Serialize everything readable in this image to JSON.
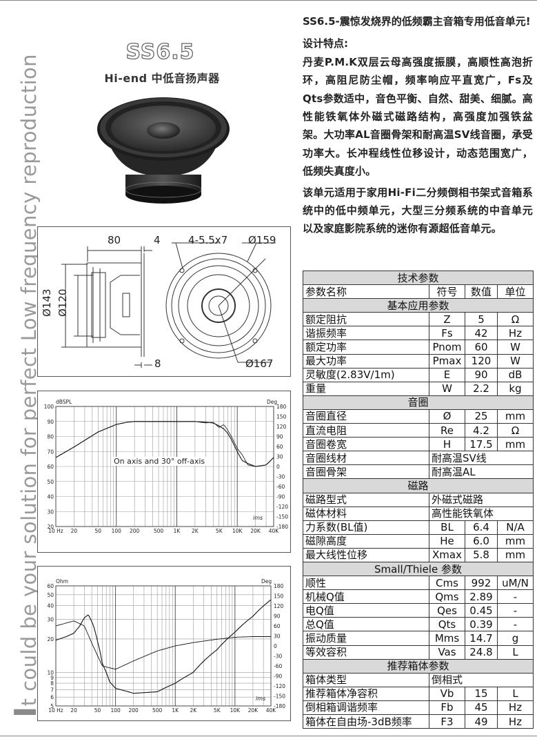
{
  "slogan": {
    "first_letter": "I",
    "rest": "t could be your solution for perfect Low frequency reproduction"
  },
  "product": {
    "model": "SS6.5",
    "subtitle": "Hi-end 中低音扬声器"
  },
  "dimensions": {
    "labels": {
      "depth": "80",
      "flange": "4",
      "holes": "4-5.5x7",
      "cutout": "Ø159",
      "d143": "Ø143",
      "d120": "Ø120",
      "base": "8",
      "outer": "Ø167"
    }
  },
  "freq_chart": {
    "ylabel_left": "dBSPL",
    "ylabel_right": "Deg",
    "annotation": "On axis and 30° off-axis",
    "logo": "ims",
    "y_ticks_left": [
      "100",
      "90",
      "80",
      "70",
      "60",
      "50",
      "40",
      "30",
      "20"
    ],
    "y_ticks_right": [
      "180",
      "150",
      "120",
      "90",
      "60",
      "30",
      "0",
      "-30",
      "-60",
      "-90",
      "-120",
      "-150",
      "-180"
    ],
    "x_ticks": [
      "10 Hz",
      "20",
      "50",
      "100",
      "200",
      "500",
      "1K",
      "2K",
      "5K",
      "10K",
      "20K",
      "40K"
    ]
  },
  "imp_chart": {
    "ylabel_left": "Ohm",
    "ylabel_right": "Deg",
    "logo": "ims",
    "y_ticks_left": [
      "60",
      "50",
      "40",
      "30",
      "20",
      "10",
      "9",
      "8",
      "7",
      "6",
      "5"
    ],
    "y_ticks_right": [
      "180",
      "150",
      "120",
      "90",
      "60",
      "30",
      "0",
      "-30",
      "-60",
      "-90",
      "-120",
      "-150",
      "-180"
    ],
    "x_ticks": [
      "10 Hz",
      "20",
      "50",
      "100",
      "200",
      "500",
      "1K",
      "2K",
      "5K",
      "10K",
      "20K",
      "40K"
    ]
  },
  "chart_data": [
    {
      "type": "line",
      "title": "",
      "xlabel": "",
      "ylabel": "dBSPL",
      "ylabel_right": "Deg",
      "xscale": "log",
      "xlim": [
        10,
        40000
      ],
      "ylim": [
        20,
        100
      ],
      "annotation": "On axis and 30° off-axis",
      "series": [
        {
          "x": [
            10,
            20,
            50,
            100,
            150,
            200,
            500,
            1000,
            2000,
            3000,
            4000,
            5000,
            6000,
            7000,
            8000,
            10000,
            12000,
            15000,
            20000,
            30000,
            40000
          ],
          "y": [
            66,
            73,
            83,
            88,
            89.5,
            90,
            90,
            90,
            90,
            89.5,
            89,
            87,
            85,
            82,
            78,
            70,
            64,
            62,
            60,
            61,
            66
          ]
        },
        {
          "x": [
            10,
            20,
            50,
            100,
            150,
            200,
            500,
            1000,
            2000,
            3000,
            4000,
            5000,
            6000,
            7000,
            8000,
            10000,
            12000,
            15000,
            20000,
            30000,
            40000
          ],
          "y": [
            66,
            73,
            83,
            88,
            89.5,
            90,
            90,
            90,
            90,
            89,
            89.5,
            86,
            88,
            84,
            80,
            72,
            68,
            61,
            60,
            61,
            66
          ]
        }
      ]
    },
    {
      "type": "line",
      "title": "",
      "xlabel": "",
      "ylabel": "Ohm",
      "ylabel_right": "Deg",
      "xscale": "log",
      "yscale": "log",
      "xlim": [
        10,
        40000
      ],
      "ylim": [
        5,
        60
      ],
      "series": [
        {
          "x": [
            10,
            15,
            20,
            25,
            30,
            35,
            42,
            50,
            60,
            80,
            100,
            200,
            500,
            1000,
            2000,
            5000,
            10000,
            20000,
            40000
          ],
          "y": [
            19.5,
            21,
            22.5,
            26,
            31,
            33,
            27,
            19,
            12,
            8.2,
            7.2,
            6.5,
            6.7,
            8,
            10,
            16,
            23,
            32,
            45
          ]
        },
        {
          "x": [
            10,
            20,
            30,
            42,
            60,
            100,
            200,
            500,
            1000,
            2000,
            5000,
            10000,
            20000,
            40000
          ],
          "y": [
            60,
            75,
            60,
            0,
            -60,
            -70,
            -45,
            -15,
            0,
            10,
            20,
            26,
            28,
            28
          ]
        }
      ]
    }
  ],
  "copy": {
    "intro": "SS6.5-震惊发烧界的低频霸主音箱专用低音单元!",
    "features_title": "设计特点:",
    "features": "丹麦P.M.K双层云母高强度振膜，高顺性高泡折环，高阻尼防尘帽，频率响应平直宽广，Fs及Qts参数适中，音色平衡、自然、甜美、细腻。高性能铁氧体外磁式磁路结构，高强度加强铁盆架。大功率AL音圈骨架和耐高温SV线音圈，承受功率大。长冲程线性位移设计，动态范围宽广，低频失真度小。",
    "application": "该单元适用于家用Hi-Fi二分频倒相书架式音箱系统中的低中频单元，大型三分频系统的中音单元以及家庭影院系统的迷你有源超低音单元。"
  },
  "spec_table": {
    "title": "技术参数",
    "header": [
      "参数名称",
      "符号",
      "数值",
      "单位"
    ],
    "sections": [
      {
        "name": "基本应用参数",
        "rows": [
          [
            "额定阻抗",
            "Z",
            "5",
            "Ω"
          ],
          [
            "谐振频率",
            "Fs",
            "42",
            "Hz"
          ],
          [
            "额定功率",
            "Pnom",
            "60",
            "W"
          ],
          [
            "最大功率",
            "Pmax",
            "120",
            "W"
          ],
          [
            "灵敏度(2.83V/1m)",
            "E",
            "90",
            "dB"
          ],
          [
            "重量",
            "W",
            "2.2",
            "kg"
          ]
        ]
      },
      {
        "name": "音圈",
        "rows": [
          [
            "音圈直径",
            "Ø",
            "25",
            "mm"
          ],
          [
            "直流电阻",
            "Re",
            "4.2",
            "Ω"
          ],
          [
            "音圈卷宽",
            "H",
            "17.5",
            "mm"
          ],
          [
            "音圈线材",
            "耐高温SV线"
          ],
          [
            "音圈骨架",
            "耐高温AL"
          ]
        ]
      },
      {
        "name": "磁路",
        "rows": [
          [
            "磁路型式",
            "外磁式磁路"
          ],
          [
            "磁体材料",
            "高性能铁氧体"
          ],
          [
            "力系数(BL值)",
            "BL",
            "6.4",
            "N/A"
          ],
          [
            "磁隙高度",
            "He",
            "6.0",
            "mm"
          ],
          [
            "最大线性位移",
            "Xmax",
            "5.8",
            "mm"
          ]
        ]
      },
      {
        "name": "Small/Thiele 参数",
        "rows": [
          [
            "顺性",
            "Cms",
            "992",
            "uM/N"
          ],
          [
            "机械Q值",
            "Qms",
            "2.89",
            "-"
          ],
          [
            "电Q值",
            "Qes",
            "0.45",
            "-"
          ],
          [
            "总Q值",
            "Qts",
            "0.39",
            "-"
          ],
          [
            "振动质量",
            "Mms",
            "14.7",
            "g"
          ],
          [
            "等效容积",
            "Vas",
            "24.8",
            "L"
          ]
        ]
      },
      {
        "name": "推荐箱体参数",
        "rows": [
          [
            "箱体类型",
            "倒相式"
          ],
          [
            "推荐箱体净容积",
            "Vb",
            "15",
            "L"
          ],
          [
            "倒相箱调谐频率",
            "Fb",
            "45",
            "Hz"
          ],
          [
            "箱体在自由场-3dB频率",
            "F3",
            "49",
            "Hz"
          ]
        ]
      }
    ]
  }
}
